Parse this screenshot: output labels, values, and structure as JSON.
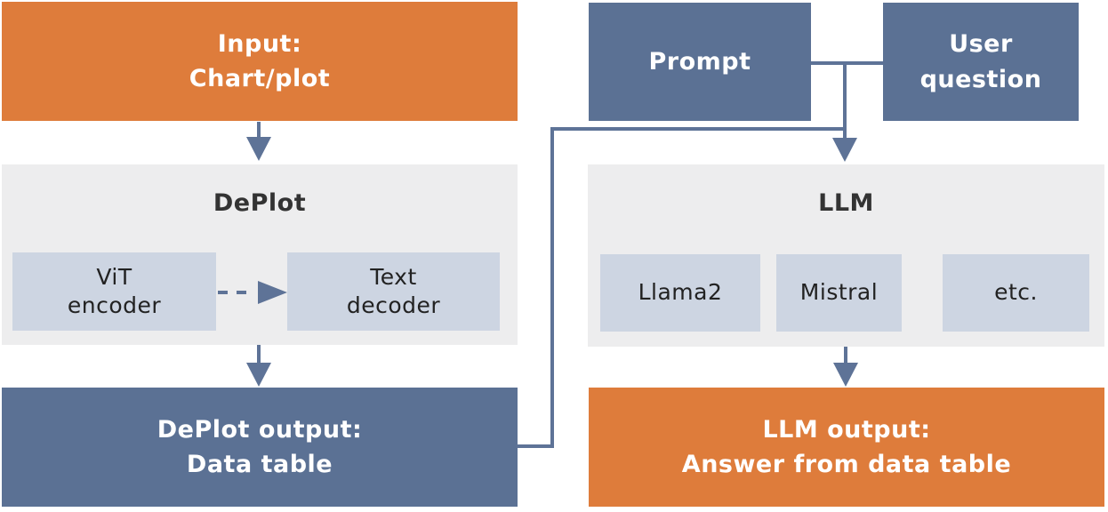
{
  "colors": {
    "orange": "#DE7C3B",
    "blue": "#5B7194",
    "panel_gray": "#EDEDEE",
    "chip_blue": "#CDD5E2",
    "line_blue": "#5E7397",
    "dark_text": "#333333",
    "white_text": "#FFFFFF"
  },
  "left_column": {
    "input_box": {
      "line1": "Input:",
      "line2": "Chart/plot"
    },
    "deplot_panel": {
      "title": "DePlot",
      "vit_chip": {
        "line1": "ViT",
        "line2": "encoder"
      },
      "decoder_chip": {
        "line1": "Text",
        "line2": "decoder"
      }
    },
    "output_box": {
      "line1": "DePlot output:",
      "line2": "Data table"
    }
  },
  "right_column": {
    "prompt_box": {
      "label": "Prompt"
    },
    "user_question_box": {
      "line1": "User",
      "line2": "question"
    },
    "llm_panel": {
      "title": "LLM",
      "models": [
        {
          "label": "Llama2"
        },
        {
          "label": "Mistral"
        },
        {
          "label": "etc."
        }
      ]
    },
    "output_box": {
      "line1": "LLM output:",
      "line2": "Answer from data table"
    }
  }
}
